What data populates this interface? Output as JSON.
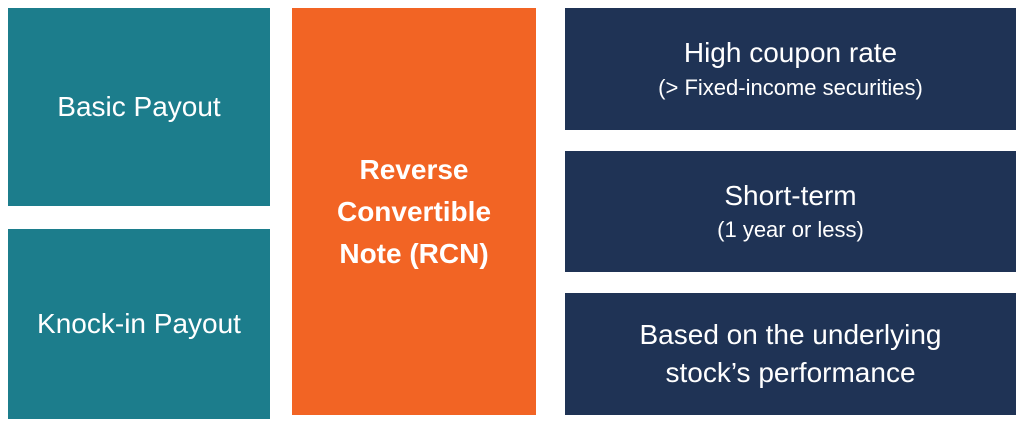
{
  "diagram": {
    "left_column": {
      "items": [
        {
          "label": "Basic Payout"
        },
        {
          "label": "Knock-in Payout"
        }
      ]
    },
    "center": {
      "title_lines": [
        "Reverse",
        "Convertible",
        "Note (RCN)"
      ]
    },
    "right_column": {
      "items": [
        {
          "title": "High coupon rate",
          "subtitle": "(> Fixed-income securities)"
        },
        {
          "title": "Short-term",
          "subtitle": "(1 year or less)"
        },
        {
          "title_lines": [
            "Based on the underlying",
            "stock’s performance"
          ]
        }
      ]
    }
  },
  "colors": {
    "teal": "#1C7D8C",
    "orange": "#F26424",
    "navy": "#1F3355",
    "text": "#FFFFFF",
    "background": "#FFFFFF"
  }
}
